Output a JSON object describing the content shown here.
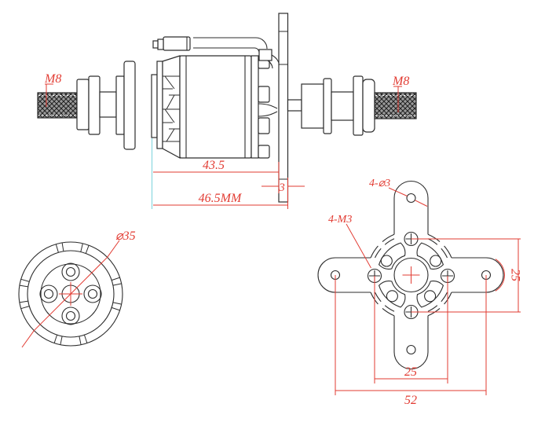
{
  "drawing_type": "motor engineering drawing, three views",
  "colors": {
    "line": "#2d2d2d",
    "dimension_red": "#e23b32",
    "extension_cyan": "#8ad8e0",
    "thread_fill": "#9a9a9a"
  },
  "side_view": {
    "label_m8_left": "M8",
    "label_m8_right": "M8",
    "dim_body_length": "43.5",
    "dim_plate_thickness": "3",
    "dim_total_length": "46.5MM"
  },
  "front_view": {
    "dim_diameter": "⌀35"
  },
  "mount_view": {
    "hole_callout": "4-⌀3",
    "thread_callout": "4-M3",
    "dim_screw_spacing_vertical": "25",
    "dim_screw_spacing_horizontal": "25",
    "dim_arm_span": "52"
  }
}
